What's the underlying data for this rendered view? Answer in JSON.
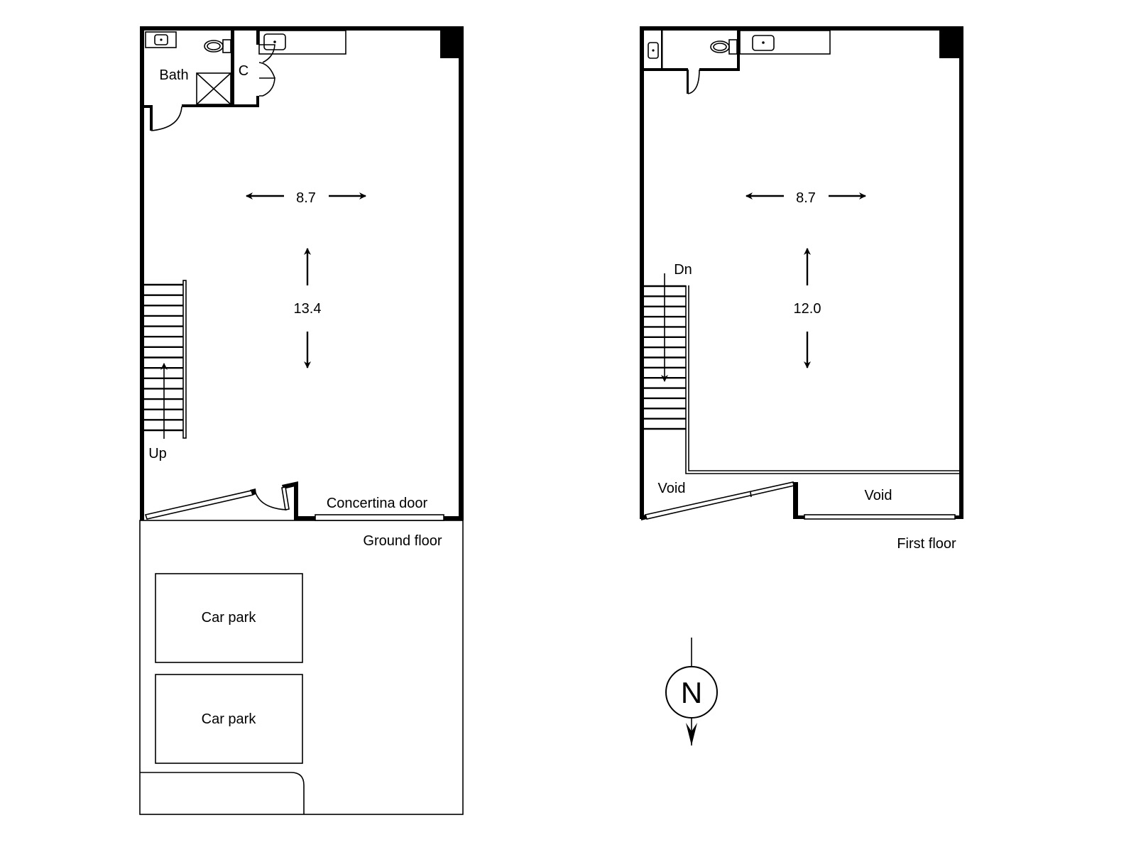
{
  "ground_floor": {
    "title": "Ground floor",
    "rooms": {
      "bath": "Bath",
      "cupboard": "C"
    },
    "dimensions": {
      "width": "8.7",
      "length": "13.4"
    },
    "stairs_label": "Up",
    "door_label": "Concertina door",
    "car_parks": [
      "Car park",
      "Car park"
    ]
  },
  "first_floor": {
    "title": "First floor",
    "dimensions": {
      "width": "8.7",
      "length": "12.0"
    },
    "stairs_label": "Dn",
    "voids": [
      "Void",
      "Void"
    ]
  },
  "compass": {
    "label": "N",
    "icon": "north-arrow-icon"
  }
}
